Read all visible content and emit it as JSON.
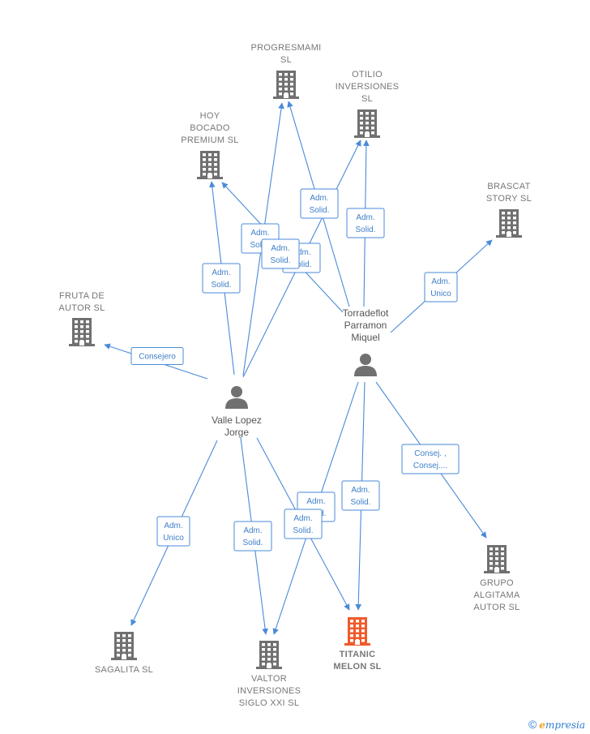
{
  "companies": [
    {
      "id": "progresmami",
      "lines": [
        "PROGRESMAMI",
        "SL"
      ],
      "focus": false
    },
    {
      "id": "otilio",
      "lines": [
        "OTILIO",
        "INVERSIONES",
        "SL"
      ],
      "focus": false
    },
    {
      "id": "hoy-bocado",
      "lines": [
        "HOY",
        "BOCADO",
        "PREMIUM  SL"
      ],
      "focus": false
    },
    {
      "id": "brascat",
      "lines": [
        "BRASCAT",
        "STORY  SL"
      ],
      "focus": false
    },
    {
      "id": "fruta",
      "lines": [
        "FRUTA DE",
        "AUTOR  SL"
      ],
      "focus": false
    },
    {
      "id": "grupo",
      "lines": [
        "GRUPO",
        "ALGITAMA",
        "AUTOR  SL"
      ],
      "focus": false
    },
    {
      "id": "sagalita",
      "lines": [
        "SAGALITA  SL"
      ],
      "focus": false
    },
    {
      "id": "valtor",
      "lines": [
        "VALTOR",
        "INVERSIONES",
        "SIGLO XXI  SL"
      ],
      "focus": false
    },
    {
      "id": "titanic",
      "lines": [
        "TITANIC",
        "MELON  SL"
      ],
      "focus": true
    }
  ],
  "persons": [
    {
      "id": "torradeflot",
      "lines": [
        "Torradeflot",
        "Parramon",
        "Miquel"
      ]
    },
    {
      "id": "valle",
      "lines": [
        "Valle Lopez",
        "Jorge"
      ]
    }
  ],
  "edges": [
    {
      "from": "valle",
      "to": "progresmami",
      "label": [
        "Adm.",
        "Solid."
      ]
    },
    {
      "from": "valle",
      "to": "otilio",
      "label": [
        "Adm.",
        "Solid."
      ]
    },
    {
      "from": "valle",
      "to": "hoy-bocado",
      "label": [
        "Adm.",
        "Solid."
      ]
    },
    {
      "from": "valle",
      "to": "fruta",
      "label": [
        "Consejero"
      ]
    },
    {
      "from": "valle",
      "to": "sagalita",
      "label": [
        "Adm.",
        "Unico"
      ]
    },
    {
      "from": "valle",
      "to": "valtor",
      "label": [
        "Adm.",
        "Solid."
      ]
    },
    {
      "from": "valle",
      "to": "titanic",
      "label": [
        "Adm.",
        "Solid."
      ]
    },
    {
      "from": "torradeflot",
      "to": "progresmami",
      "label": [
        "Adm.",
        "Solid."
      ]
    },
    {
      "from": "torradeflot",
      "to": "otilio",
      "label": [
        "Adm.",
        "Solid."
      ]
    },
    {
      "from": "torradeflot",
      "to": "hoy-bocado",
      "label": [
        "Adm.",
        "Solid."
      ]
    },
    {
      "from": "torradeflot",
      "to": "brascat",
      "label": [
        "Adm.",
        "Unico"
      ]
    },
    {
      "from": "torradeflot",
      "to": "grupo",
      "label": [
        "Consej. ,",
        "Consej...."
      ]
    },
    {
      "from": "torradeflot",
      "to": "titanic",
      "label": [
        "Adm.",
        "Solid."
      ]
    },
    {
      "from": "torradeflot",
      "to": "valtor",
      "label": [
        "Adm.",
        "Solid."
      ]
    }
  ],
  "colors": {
    "edge": "#4a8ad8",
    "building": "#707070",
    "focus_building": "#f05a2a",
    "person": "#707070"
  },
  "brand": {
    "copyright": "©",
    "e": "e",
    "rest": "mpresia"
  }
}
